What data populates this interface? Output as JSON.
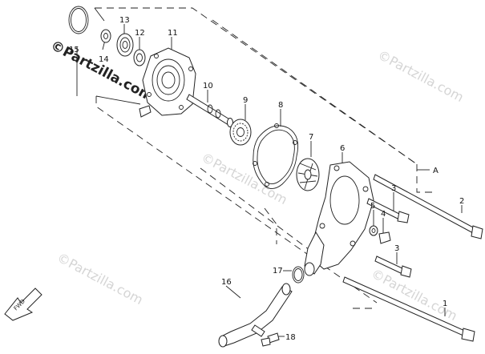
{
  "watermark": {
    "main": "©Partzilla.com",
    "faint": [
      "©Partzilla.com",
      "©Partzilla.com",
      "©Partzilla.com",
      "©Partzilla.com"
    ]
  },
  "labels": {
    "p1": "1",
    "p2": "2",
    "p3a": "3",
    "p3b": "3",
    "p4": "4",
    "p5": "5",
    "p6": "6",
    "p7": "7",
    "p8": "8",
    "p9": "9",
    "p10": "10",
    "p11": "11",
    "p12": "12",
    "p13": "13",
    "p14": "14",
    "p15": "15",
    "p16": "16",
    "p17": "17",
    "p18": "18",
    "ref_a": "A"
  },
  "fwd_badge": "FWD"
}
